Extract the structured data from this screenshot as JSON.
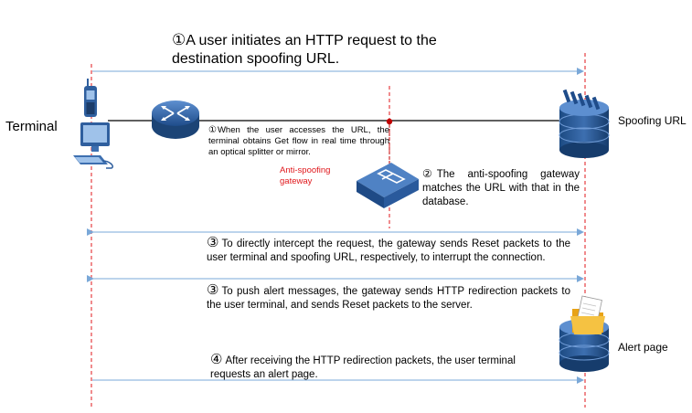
{
  "step1": {
    "num": "①",
    "text": "A user initiates an HTTP request to the destination spoofing URL."
  },
  "labels": {
    "terminal": "Terminal",
    "spoofing_url": "Spoofing URL",
    "alert_page": "Alert page",
    "gateway": "Anti-spoofing gateway"
  },
  "notes": {
    "n1": {
      "num": "①",
      "text": "When the user accesses the URL, the terminal obtains Get flow in real time through an optical splitter or mirror."
    },
    "n2": {
      "num": "②",
      "text": "The anti-spoofing gateway matches the URL with that in the database."
    },
    "n3a": {
      "num": "③",
      "text": "To directly intercept the request, the gateway sends Reset packets to the user terminal and spoofing URL, respectively, to interrupt the connection."
    },
    "n3b": {
      "num": "③",
      "text": "To push alert messages, the gateway sends HTTP redirection packets to the user terminal, and sends Reset packets to the server."
    },
    "n4": {
      "num": "④",
      "text": "After receiving the HTTP redirection packets, the user terminal requests an alert page."
    }
  },
  "colors": {
    "arrow": "#7aa8d8",
    "dashed": "#e0171b",
    "gateway_label": "#e0171b",
    "device": "#2f5f9e"
  },
  "icons": [
    "phone-icon",
    "computer-icon",
    "router-icon",
    "gateway-icon",
    "server-icon",
    "alert-server-icon"
  ]
}
